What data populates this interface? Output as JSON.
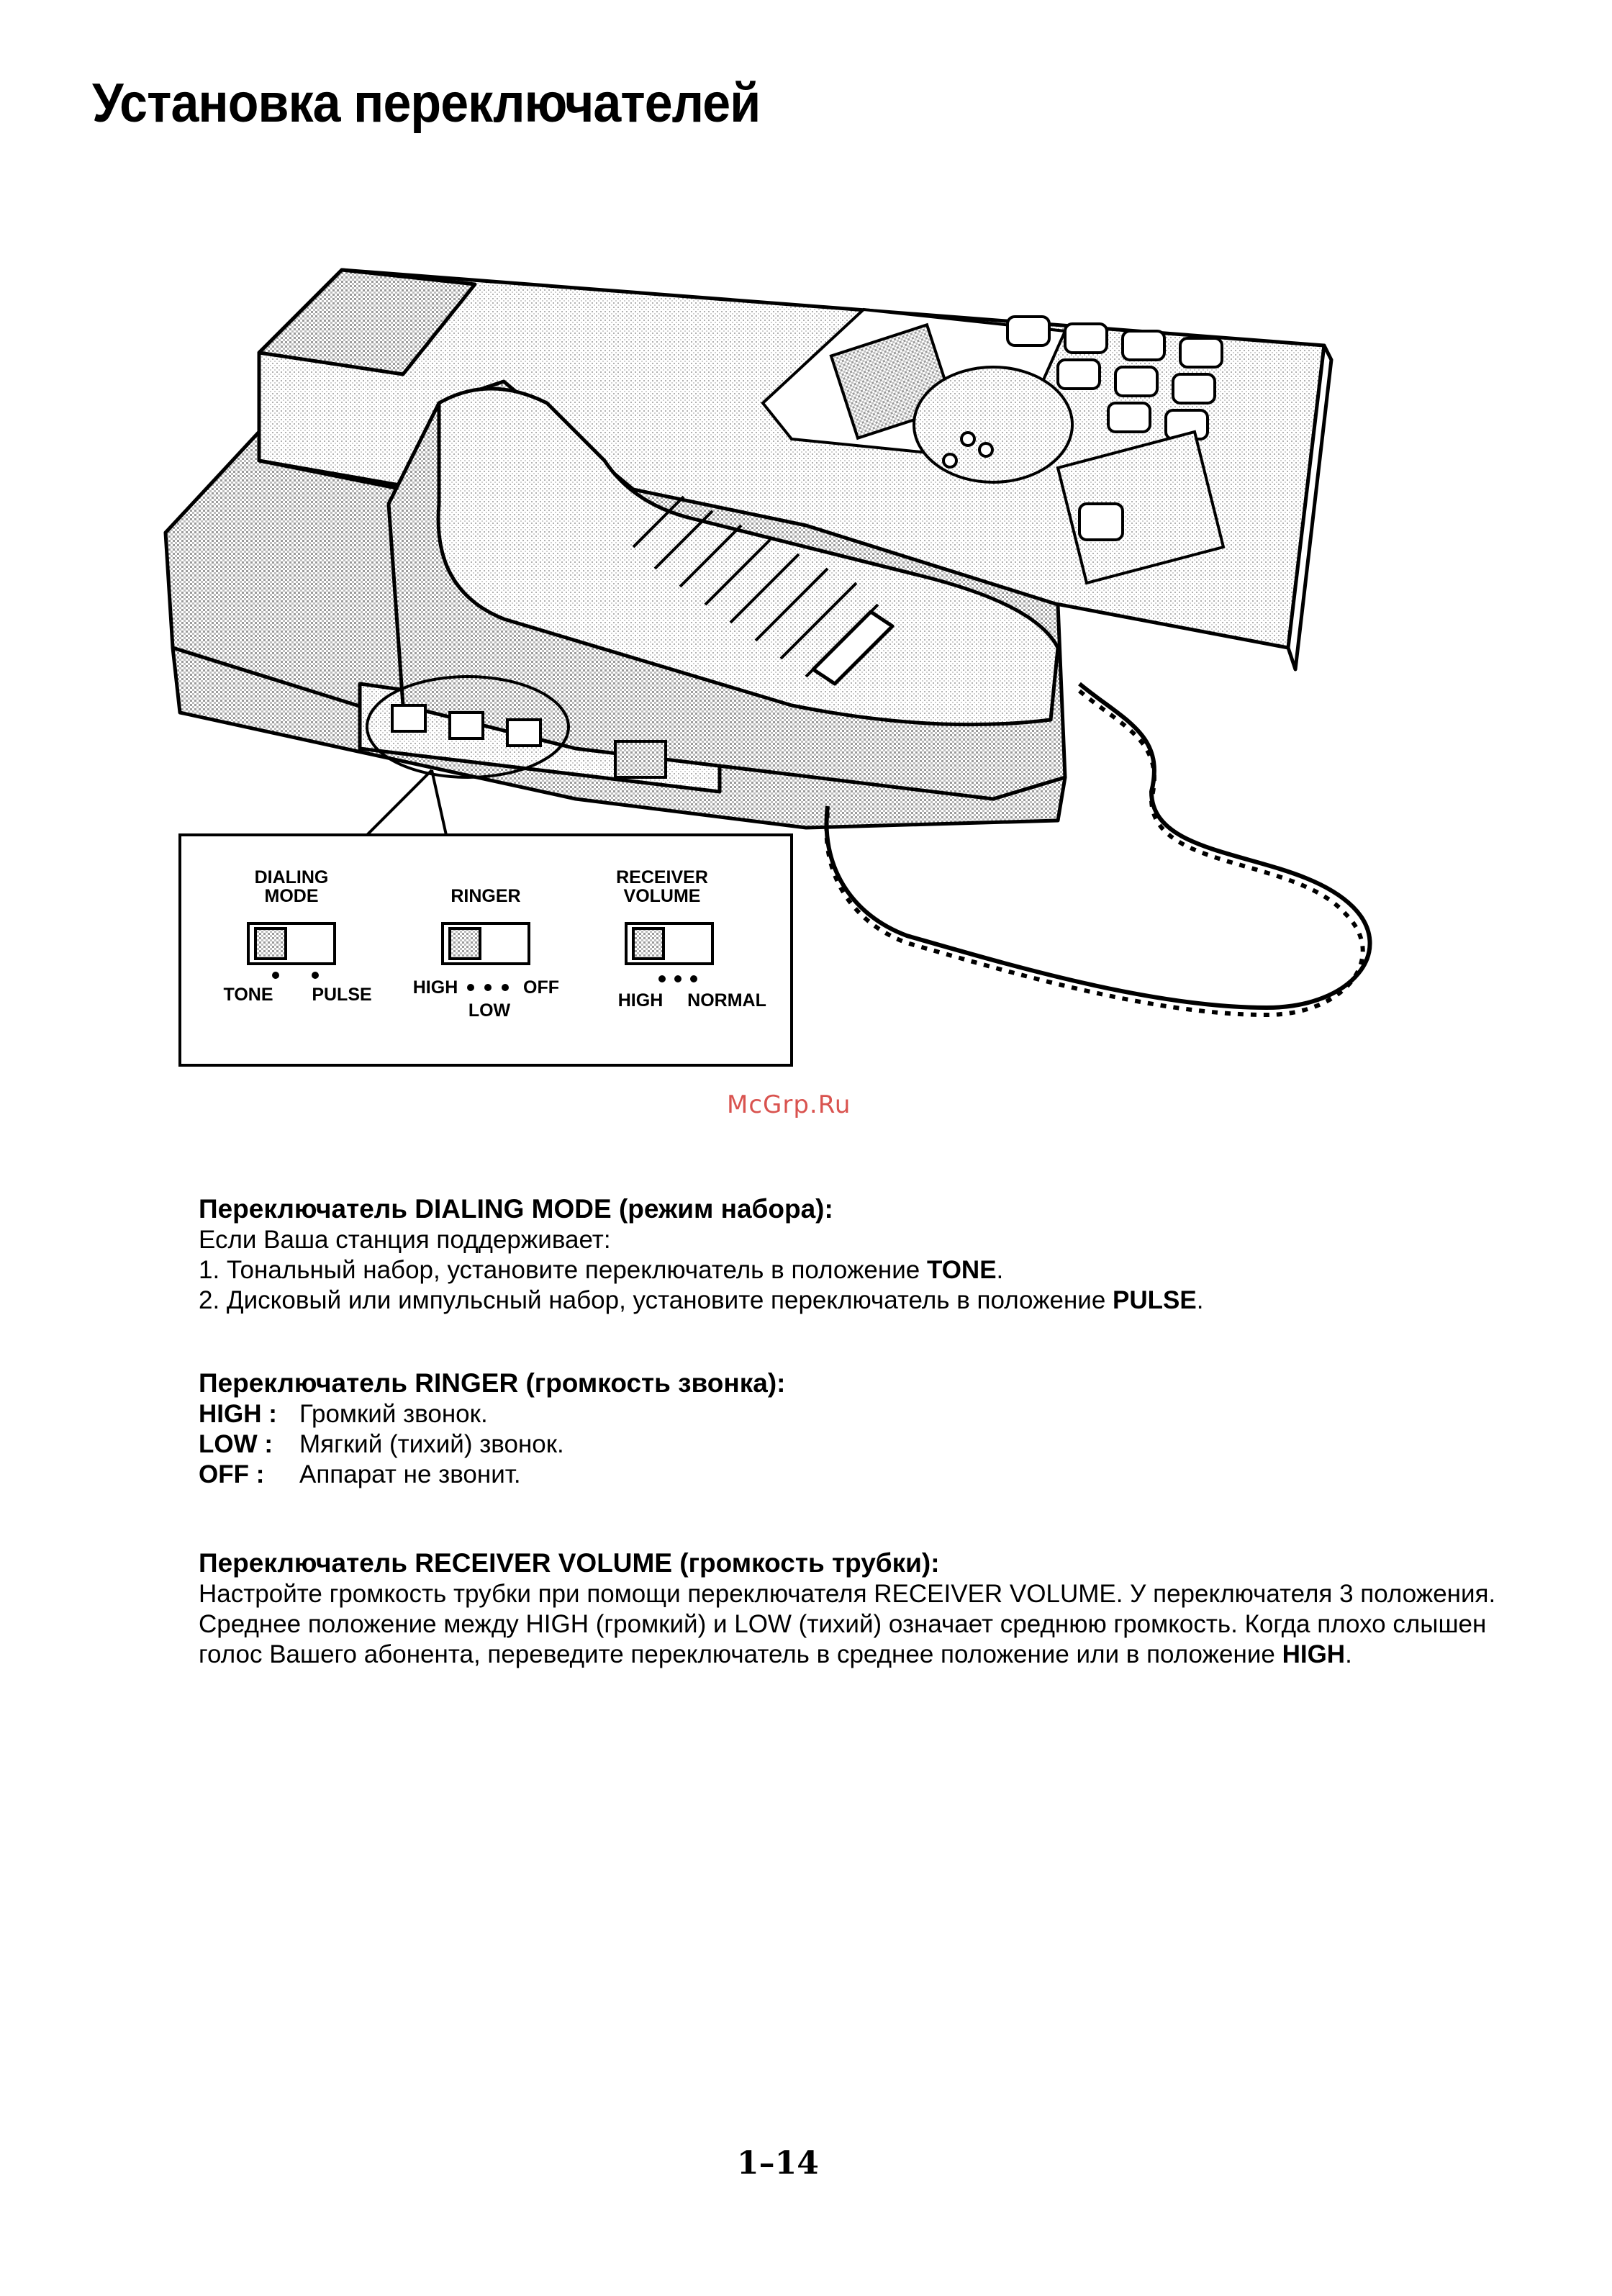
{
  "page": {
    "title": "Установка переключателей",
    "watermark": "McGrp.Ru",
    "page_number": "1–14"
  },
  "illustration": {
    "switch_panel": {
      "dialing_mode": {
        "label_line1": "DIALING",
        "label_line2": "MODE",
        "positions": [
          "TONE",
          "PULSE"
        ]
      },
      "ringer": {
        "label": "RINGER",
        "position_high": "HIGH",
        "position_off": "OFF",
        "position_low": "LOW"
      },
      "receiver_volume": {
        "label_line1": "RECEIVER",
        "label_line2": "VOLUME",
        "positions": [
          "HIGH",
          "NORMAL"
        ]
      }
    }
  },
  "sections": {
    "dialing": {
      "title": "Переключатель DIALING MODE (режим набора):",
      "intro": "Если Ваша станция поддерживает:",
      "item1_text": "1. Тональный набор, установите переключатель в положение ",
      "item1_value": "TONE",
      "item1_end": ".",
      "item2_text": "2. Дисковый или импульсный набор, установите переключатель в положение ",
      "item2_value": "PULSE",
      "item2_end": "."
    },
    "ringer": {
      "title": "Переключатель RINGER (громкость звонка):",
      "rows": [
        {
          "key": "HIGH :",
          "value": "Громкий звонок."
        },
        {
          "key": "LOW :",
          "value": "Мягкий (тихий) звонок."
        },
        {
          "key": "OFF :",
          "value": "Аппарат не звонит."
        }
      ]
    },
    "receiver": {
      "title": "Переключатель RECEIVER VOLUME (громкость трубки):",
      "line1": "Настройте громкость трубки при помощи переключателя RECEIVER VOLUME. У переключателя 3 положения.",
      "line2": "Среднее положение между HIGH (громкий) и LOW (тихий) означает среднюю громкость. Когда плохо слышен",
      "line3_text": "голос Вашего абонента, переведите переключатель в среднее положение или в положение ",
      "line3_value": "HIGH",
      "line3_end": "."
    }
  },
  "colors": {
    "ink": "#000000",
    "shading": "#c8c8c8",
    "watermark": "#d9534f"
  }
}
